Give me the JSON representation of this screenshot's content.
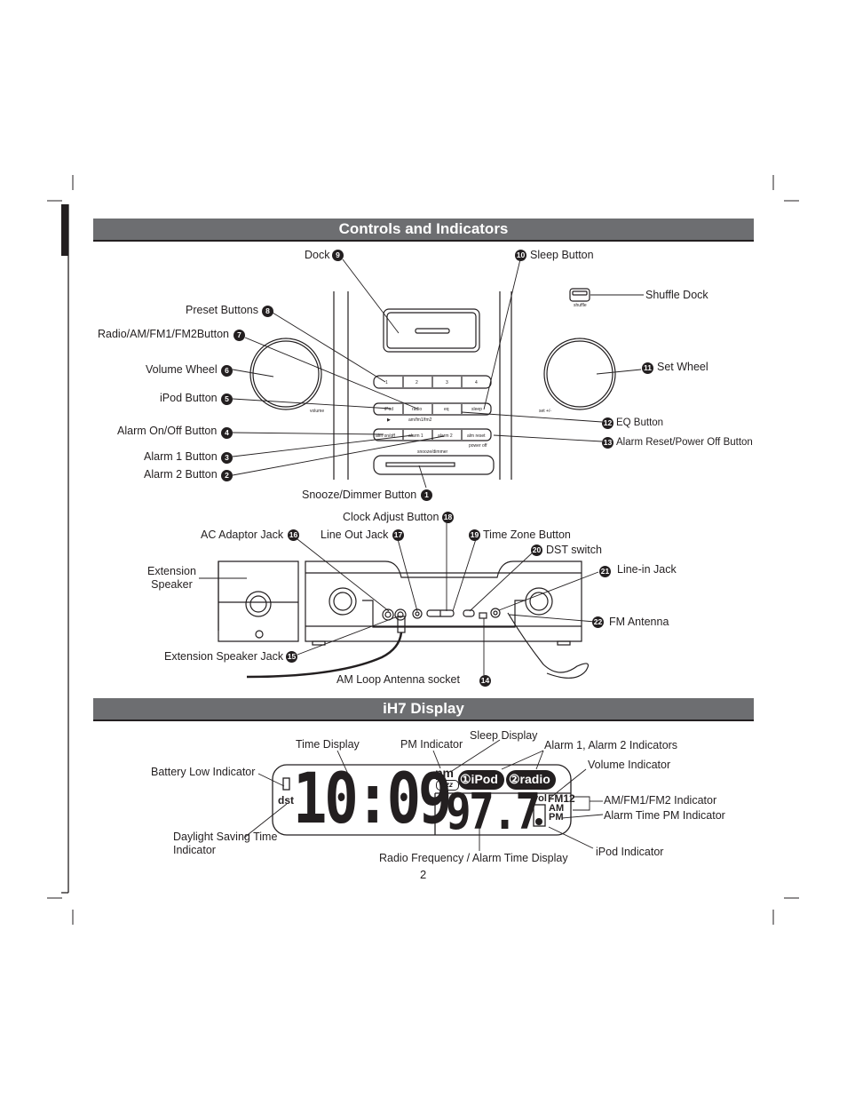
{
  "page_number": "2",
  "sections": {
    "controls_title": "Controls and Indicators",
    "display_title": "iH7 Display"
  },
  "controls": {
    "dock": {
      "label": "Dock",
      "num": "9"
    },
    "sleep": {
      "label": "Sleep Button",
      "num": "10"
    },
    "shuffle_dock": "Shuffle Dock",
    "preset": {
      "label": "Preset Buttons",
      "num": "8"
    },
    "radio_btn": {
      "label": "Radio/AM/FM1/FM2Button",
      "num": "7"
    },
    "volume": {
      "label": "Volume Wheel",
      "num": "6"
    },
    "set_wheel": {
      "label": "Set Wheel",
      "num": "11"
    },
    "ipod_btn": {
      "label": "iPod Button",
      "num": "5"
    },
    "eq": {
      "label": "EQ Button",
      "num": "12"
    },
    "alarm_onoff": {
      "label": "Alarm On/Off Button",
      "num": "4"
    },
    "alarm_reset": {
      "label": "Alarm Reset/Power Off Button",
      "num": "13"
    },
    "alarm1": {
      "label": "Alarm 1 Button",
      "num": "3"
    },
    "alarm2": {
      "label": "Alarm 2 Button",
      "num": "2"
    },
    "snooze": {
      "label": "Snooze/Dimmer Button",
      "num": "1"
    }
  },
  "device_front_text": {
    "presets": [
      "1",
      "2",
      "3",
      "4"
    ],
    "row2": [
      "iPod",
      "radio",
      "eq",
      "sleep"
    ],
    "row2_sub": [
      "▶",
      "am/fm1/fm2"
    ],
    "row3": [
      "alm on/off",
      "alarm 1",
      "alarm 2",
      "alm reset"
    ],
    "power_off": "power off",
    "snooze_dimmer": "snooze/dimmer",
    "volume": "volume",
    "set": "set +/-",
    "shuffle": "shuffle"
  },
  "rear": {
    "clock_adjust": {
      "label": "Clock Adjust Button",
      "num": "18"
    },
    "ac_adaptor": {
      "label": "AC Adaptor Jack",
      "num": "16"
    },
    "line_out": {
      "label": "Line Out Jack",
      "num": "17"
    },
    "time_zone": {
      "label": "Time Zone Button",
      "num": "19"
    },
    "dst_switch": {
      "label": "DST switch",
      "num": "20"
    },
    "line_in": {
      "label": "Line-in Jack",
      "num": "21"
    },
    "extension_speaker": "Extension\nSpeaker",
    "fm_antenna": {
      "label": "FM Antenna",
      "num": "22"
    },
    "ext_speaker_jack": {
      "label": "Extension Speaker Jack",
      "num": "15"
    },
    "am_loop": {
      "label": "AM Loop Antenna socket",
      "num": "14"
    }
  },
  "display": {
    "time_display": "Time Display",
    "pm_indicator": "PM Indicator",
    "sleep_display": "Sleep Display",
    "alarm_indicators": "Alarm 1, Alarm 2 Indicators",
    "battery_low": "Battery Low Indicator",
    "volume_indicator": "Volume Indicator",
    "band_indicator": "AM/FM1/FM2 Indicator",
    "alarm_time_pm": "Alarm Time PM Indicator",
    "daylight_saving": "Daylight Saving Time\nIndicator",
    "ipod_indicator": "iPod Indicator",
    "radio_freq": "Radio Frequency / Alarm Time Display",
    "lcd": {
      "time": "10:09",
      "pm": "pm",
      "zzz": "zzz",
      "dst": "dst",
      "alarm1_tag": "①iPod",
      "alarm2_tag": "②radio",
      "freq": "97.7",
      "vol": "vol",
      "fm": "FM12",
      "am": "AM",
      "pm_small": "PM"
    }
  }
}
